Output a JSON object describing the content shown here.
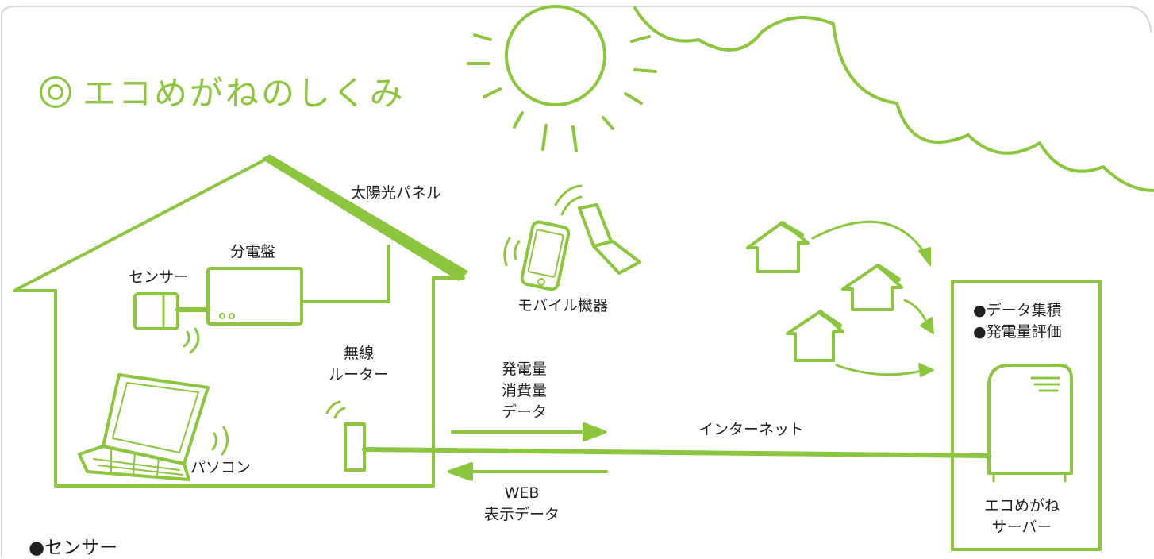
{
  "title": "エコめがねのしくみ",
  "labels": {
    "solar_panel": "太陽光パネル",
    "distribution_board": "分電盤",
    "sensor": "センサー",
    "wireless_router": "無線\nルーター",
    "pc": "パソコン",
    "mobile": "モバイル機器",
    "upload_data": "発電量\n消費量\nデータ",
    "internet": "インターネット",
    "web_data": "WEB\n表示データ",
    "server_features": "●データ集積\n●発電量評価",
    "server": "エコめがね\nサーバー"
  },
  "footer_bullet": "●センサー",
  "colors": {
    "accent": "#8cc63f",
    "text": "#1f1f1f",
    "background": "#ffffff"
  }
}
